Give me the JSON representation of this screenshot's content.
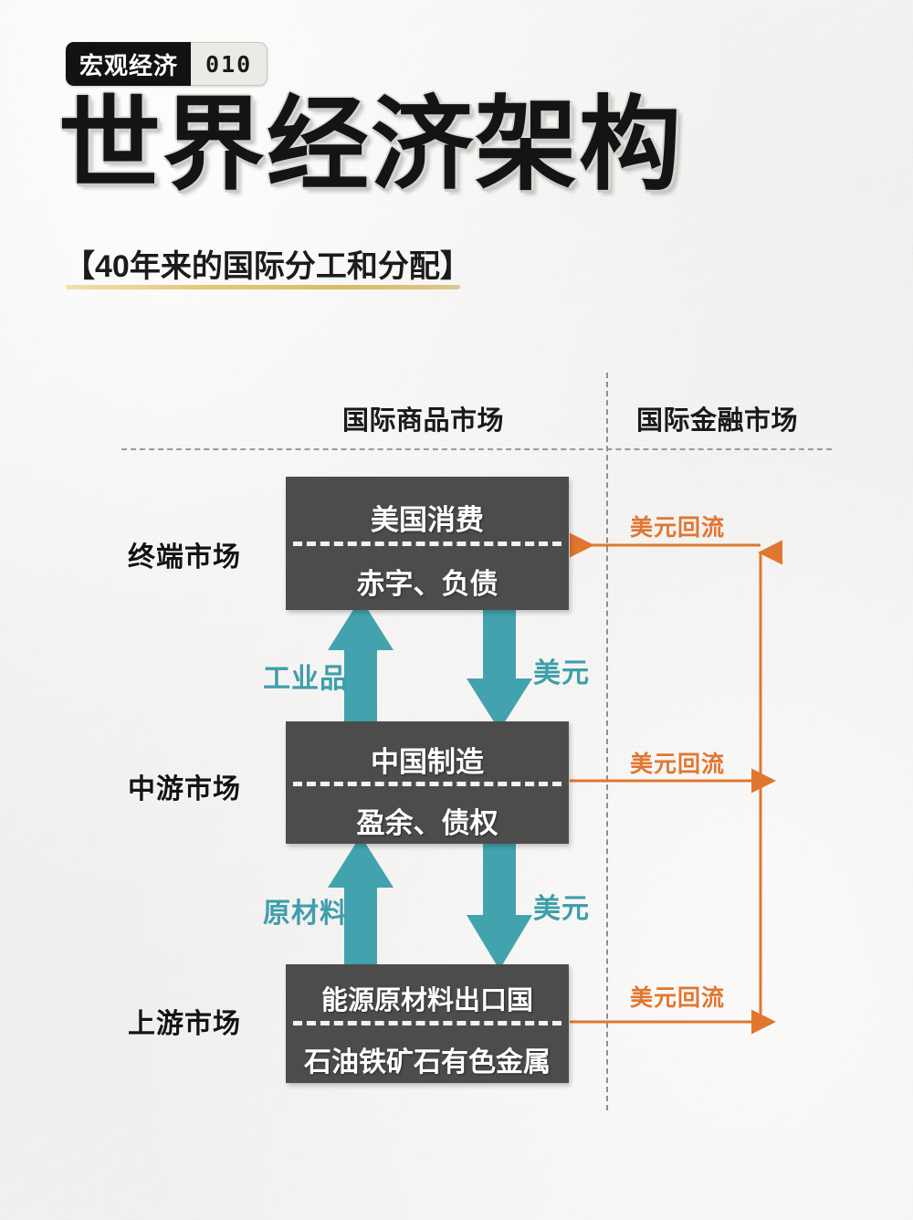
{
  "header": {
    "category_badge": "宏观经济",
    "issue_number": "010",
    "title": "世界经济架构",
    "subtitle": "【40年来的国际分工和分配】"
  },
  "diagram": {
    "columns": [
      {
        "id": "goods",
        "label": "国际商品市场"
      },
      {
        "id": "finance",
        "label": "国际金融市场"
      }
    ],
    "row_labels": [
      {
        "id": "terminal",
        "label": "终端市场"
      },
      {
        "id": "midstream",
        "label": "中游市场"
      },
      {
        "id": "upstream",
        "label": "上游市场"
      }
    ],
    "nodes": [
      {
        "id": "usa",
        "upper": "美国消费",
        "lower": "赤字、负债"
      },
      {
        "id": "china",
        "upper": "中国制造",
        "lower": "盈余、债权"
      },
      {
        "id": "export",
        "upper": "能源原材料出口国",
        "lower": "石油铁矿石有色金属"
      }
    ],
    "goods_flows": [
      {
        "id": "industrial-goods",
        "label": "工业品",
        "direction": "up",
        "from": "china",
        "to": "usa"
      },
      {
        "id": "usd-to-china",
        "label": "美元",
        "direction": "down",
        "from": "usa",
        "to": "china"
      },
      {
        "id": "raw-materials",
        "label": "原材料",
        "direction": "up",
        "from": "export",
        "to": "china"
      },
      {
        "id": "usd-to-export",
        "label": "美元",
        "direction": "down",
        "from": "china",
        "to": "export"
      }
    ],
    "finance_flows": [
      {
        "id": "reflux-terminal",
        "label": "美元回流"
      },
      {
        "id": "reflux-midstream",
        "label": "美元回流"
      },
      {
        "id": "reflux-upstream",
        "label": "美元回流"
      }
    ]
  },
  "colors": {
    "paper": "#f3f2f0",
    "box_gray": "#4c4c4c",
    "teal": "#3f9eab",
    "orange": "#e1762f",
    "gold_underline": "#dcbb63",
    "ink": "#141414"
  }
}
